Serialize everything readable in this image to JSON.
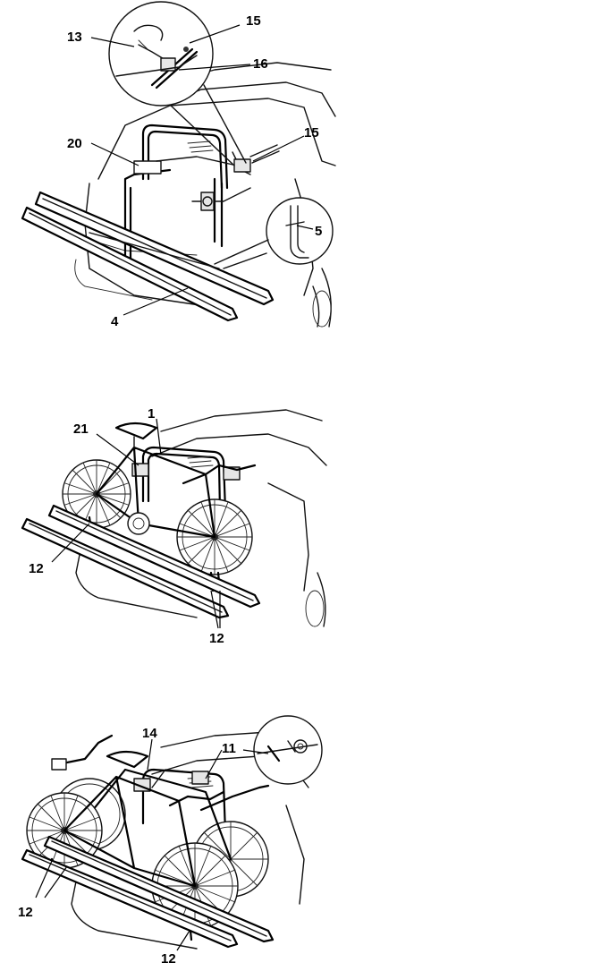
{
  "figure1": {
    "labels": {
      "l13": "13",
      "l15a": "15",
      "l16": "16",
      "l20": "20",
      "l15b": "15",
      "l5": "5",
      "l4": "4"
    }
  },
  "figure2": {
    "labels": {
      "l1": "1",
      "l21": "21",
      "l12a": "12",
      "l12b": "12"
    }
  },
  "figure3": {
    "labels": {
      "l14": "14",
      "l11": "11",
      "l12a": "12",
      "l12b": "12"
    }
  }
}
